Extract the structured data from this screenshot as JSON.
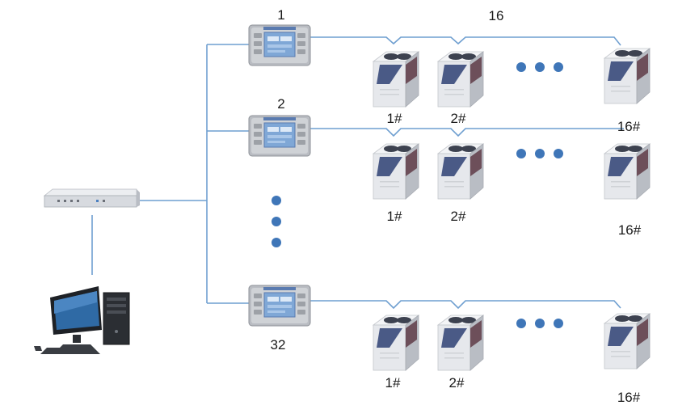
{
  "colors": {
    "line": "#6f9fd0",
    "dot": "#3f76b8",
    "controller_body": "#b9bcc2",
    "controller_screen": "#7fa7d6",
    "unit_body": "#e6e8ec",
    "unit_grille": "#4a5a86",
    "unit_fan": "#3d4250"
  },
  "icons": {
    "gateway": "network-gateway-icon",
    "computer": "desktop-computer-icon",
    "controller": "wall-controller-icon",
    "unit": "outdoor-ac-unit-icon"
  },
  "top_label": "16",
  "rows": [
    {
      "controller_label": "1",
      "units": [
        {
          "label": "1#"
        },
        {
          "label": "2#"
        },
        {
          "label": "16#"
        }
      ]
    },
    {
      "controller_label": "2",
      "units": [
        {
          "label": "1#"
        },
        {
          "label": "2#"
        },
        {
          "label": "16#"
        }
      ]
    },
    {
      "controller_label": "32",
      "units": [
        {
          "label": "1#"
        },
        {
          "label": "2#"
        },
        {
          "label": "16#"
        }
      ]
    }
  ]
}
